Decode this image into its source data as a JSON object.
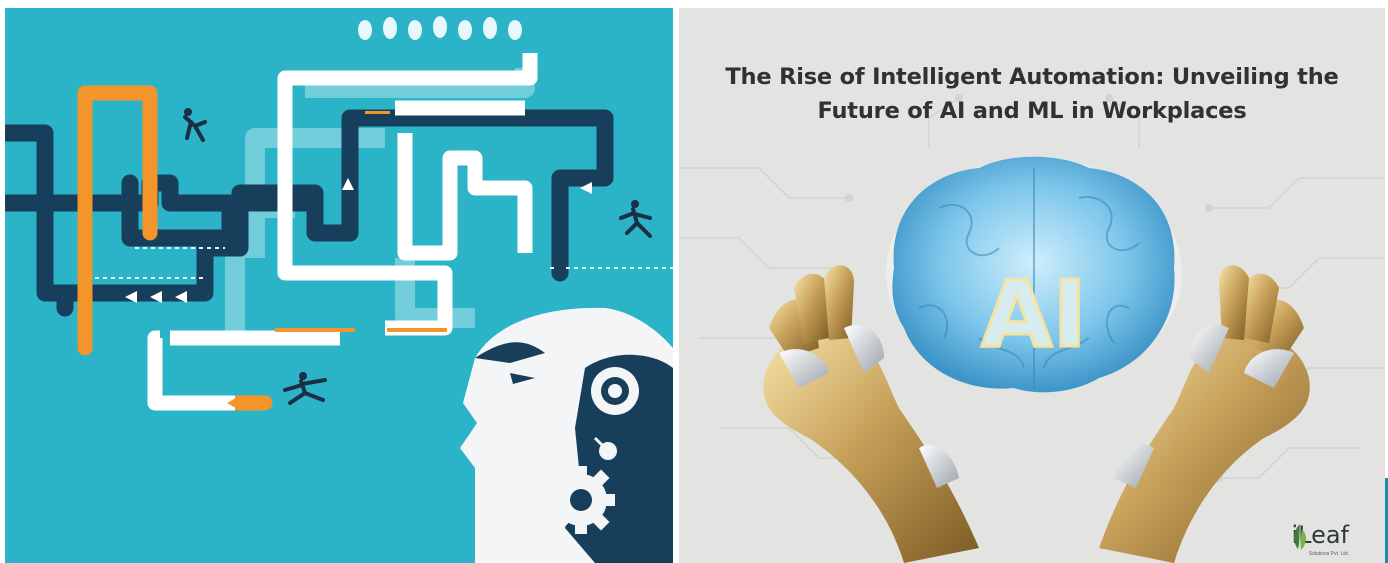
{
  "right_panel": {
    "title_line1": "The Rise of Intelligent Automation: Unveiling the",
    "title_line2": "Future of AI and ML in Workplaces",
    "brain_text": "AI",
    "logo": {
      "name": "iLeaf",
      "tagline": "Solutions Pvt. Ltd.",
      "icon": "leaf-icon"
    }
  },
  "left_panel": {
    "icons": [
      "robot-head",
      "gear-icon",
      "businessman-running-icon",
      "arrow-icon"
    ]
  },
  "colors": {
    "left_bg": "#2bb3c7",
    "pipe_dark": "#173f5c",
    "pipe_light": "#ffffff",
    "pipe_orange": "#f3952a",
    "right_bg": "#e3e3e1",
    "title": "#303036",
    "brain": "#7cc6ea",
    "gold": "#c7a15a"
  }
}
